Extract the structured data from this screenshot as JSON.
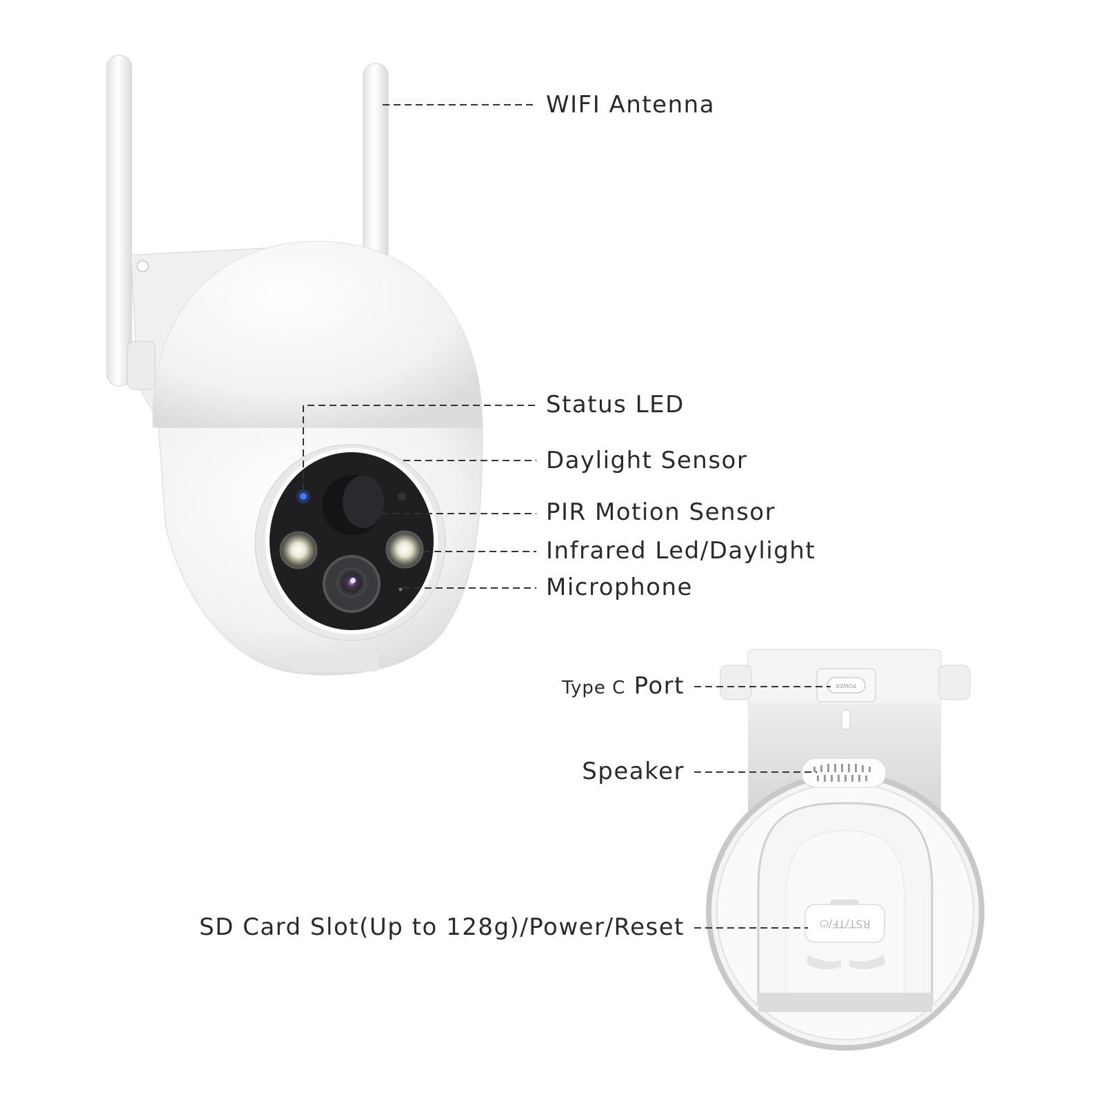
{
  "labels": {
    "wifi_antenna": "WIFI Antenna",
    "status_led": "Status LED",
    "daylight_sensor": "Daylight Sensor",
    "pir_motion_sensor": "PIR Motion Sensor",
    "infrared_led": "Infrared Led/Daylight",
    "microphone": "Microphone",
    "type_c_prefix": "Type C",
    "type_c_port": "Port",
    "speaker": "Speaker",
    "sd_card_slot": "SD Card Slot(Up to 128g)/Power/Reset"
  },
  "device_markings": {
    "power": "POWER",
    "reset_panel": "RST/TF/⏻"
  },
  "colors": {
    "status_led": "#3a7bff",
    "lens_ring": "#8a6fa8",
    "body_white": "#f6f6f6",
    "body_shadow": "#d9d9d9",
    "leader_line": "#333333"
  }
}
